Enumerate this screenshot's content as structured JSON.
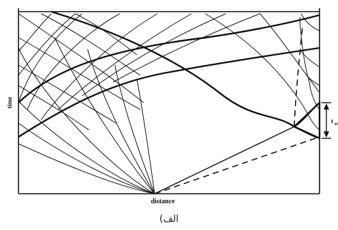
{
  "labels": {
    "y_axis": "time",
    "x_axis": "distance",
    "t_symbol": "t",
    "t_subscript": "exp"
  },
  "caption": "الف)",
  "colors": {
    "ink": "#111111",
    "background": "#ffffff"
  }
}
